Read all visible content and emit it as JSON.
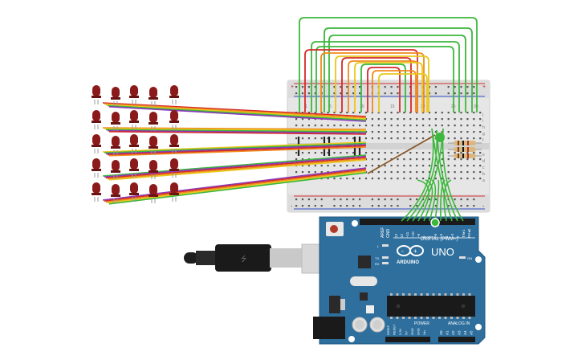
{
  "board": {
    "brand": "UNO",
    "logo_text": "ARDUINO",
    "digital_header": "DIGITAL (PWM~)",
    "power_header": "POWER",
    "analog_header": "ANALOG IN",
    "on_label": "ON",
    "l_label": "L",
    "tx_label": "TX",
    "rx_label": "RX",
    "aref_label": "AREF",
    "gnd_label": "GND",
    "digital_pins": [
      "13",
      "12",
      "~11",
      "~10",
      "~9",
      "8",
      "7",
      "~6",
      "~5",
      "4",
      "~3",
      "2",
      "TX▸1",
      "RX◂0"
    ],
    "power_pins": [
      "IOREF",
      "RESET",
      "3.3V",
      "5V",
      "GND",
      "GND",
      "Vin"
    ],
    "analog_pins": [
      "A0",
      "A1",
      "A2",
      "A3",
      "A4",
      "A5"
    ]
  },
  "breadboard": {
    "row_letters_top": [
      "j",
      "i",
      "h",
      "g",
      "f"
    ],
    "row_letters_bottom": [
      "e",
      "d",
      "c",
      "b",
      "a"
    ],
    "column_numbers": [
      "1",
      "5",
      "10",
      "15",
      "20",
      "25",
      "30"
    ],
    "rail_plus": "+",
    "rail_minus": "-"
  },
  "leds": {
    "rows": 5,
    "cols": 5,
    "color": "#8b1a1a"
  },
  "colors": {
    "board": "#2e6f9e",
    "board_dark": "#235a82",
    "breadboard": "#e8e8e8",
    "wire_red": "#d42a2a",
    "wire_orange": "#f08a1c",
    "wire_yellow": "#e8c81c",
    "wire_green": "#3cb83c",
    "wire_purple": "#8a3ab8",
    "wire_brown": "#8a5a2a"
  }
}
